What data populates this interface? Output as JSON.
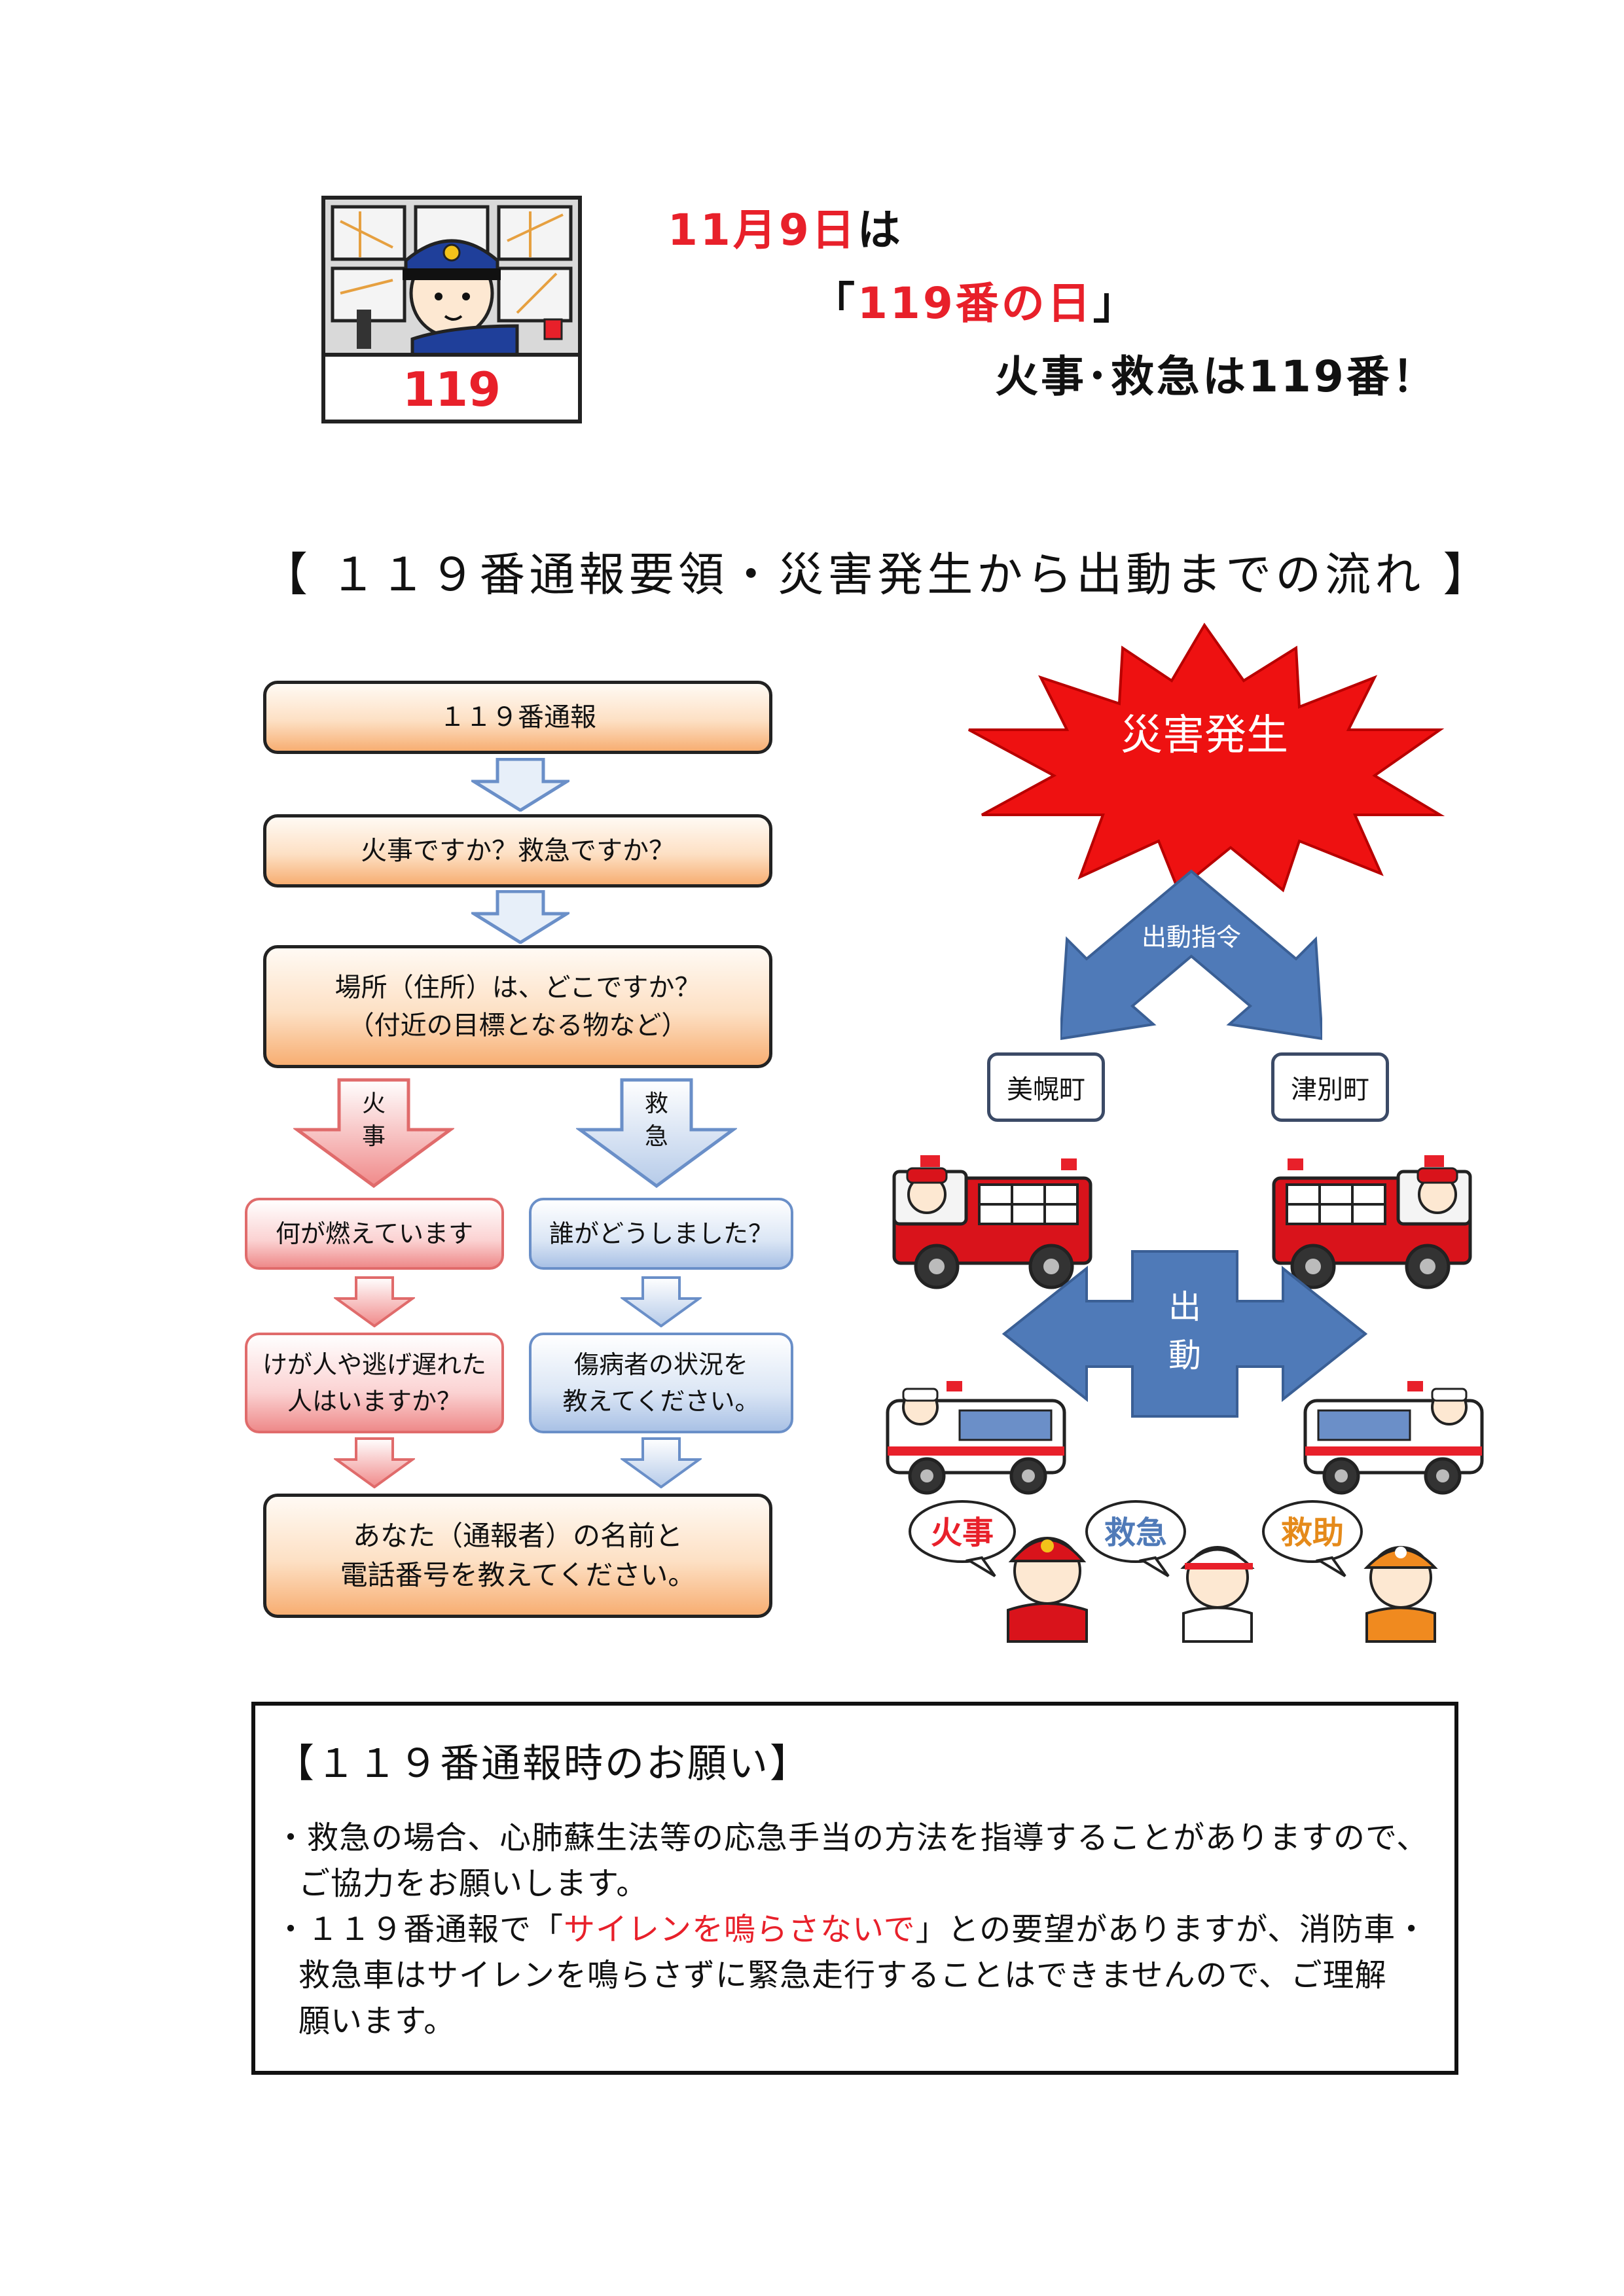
{
  "header": {
    "line1_red": "11月9日",
    "line1_black": "は",
    "line2_open": "「",
    "line2_red": "119番の日",
    "line2_close": "」",
    "line3": "火事･救急は119番！",
    "desk_number": "119"
  },
  "section_title": "【 １１９番通報要領・災害発生から出動までの流れ 】",
  "flow": {
    "step1": "１１９番通報",
    "step2": "火事ですか？救急ですか？",
    "step3": "場所（住所）は、どこですか？\n（付近の目標となる物など）",
    "fire_label": "火\n事",
    "ambulance_label": "救\n急",
    "fire_q1": "何が燃えています",
    "fire_q2": "けが人や逃げ遅れた\n人はいますか？",
    "amb_q1": "誰がどうしました？",
    "amb_q2": "傷病者の状況を\n教えてください。",
    "final": "あなた（通報者）の名前と\n電話番号を教えてください。"
  },
  "dispatch": {
    "disaster": "災害発生",
    "order": "出動指令",
    "town_left": "美幌町",
    "town_right": "津別町",
    "dispatch": "出\n動",
    "bubble_fire": "火事",
    "bubble_ems": "救急",
    "bubble_rescue": "救助"
  },
  "notes": {
    "title": "【１１９番通報時のお願い】",
    "line1": "・救急の場合、心肺蘇生法等の応急手当の方法を指導することがありますので、",
    "line2": "ご協力をお願いします。",
    "line3_pre": "・１１９番通報で「",
    "line3_red": "サイレンを鳴らさないで",
    "line3_post": "」との要望がありますが、消防車・",
    "line4": "救急車はサイレンを鳴らさずに緊急走行することはできませんので、ご理解",
    "line5": "願います。"
  },
  "colors": {
    "accent_red": "#e8202a",
    "arrow_blue": "#4f7ab8",
    "starburst_red": "#ee1111",
    "fire_truck_red": "#d9131b"
  }
}
